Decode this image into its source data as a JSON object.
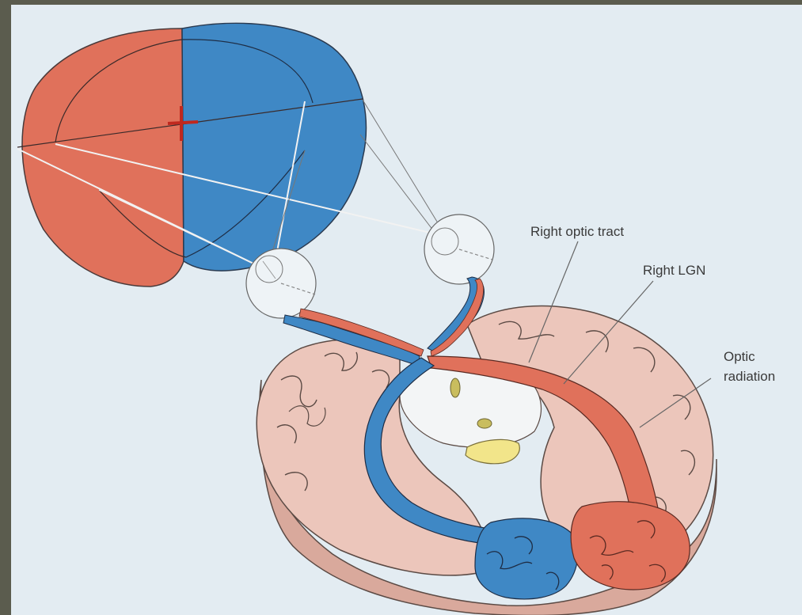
{
  "labels": {
    "right_optic_tract": "Right optic tract",
    "right_lgn": "Right LGN",
    "optic_radiation_line1": "Optic",
    "optic_radiation_line2": "radiation"
  },
  "colors": {
    "background": "#e3ecf2",
    "left_hemifield": "#e0715b",
    "right_hemifield": "#3f88c5",
    "brain_cortex": "#ecc6bb",
    "brain_outline": "#5b4a44",
    "thalamus_yellow": "#f2e58a",
    "fixation_mark": "#c0281e"
  }
}
